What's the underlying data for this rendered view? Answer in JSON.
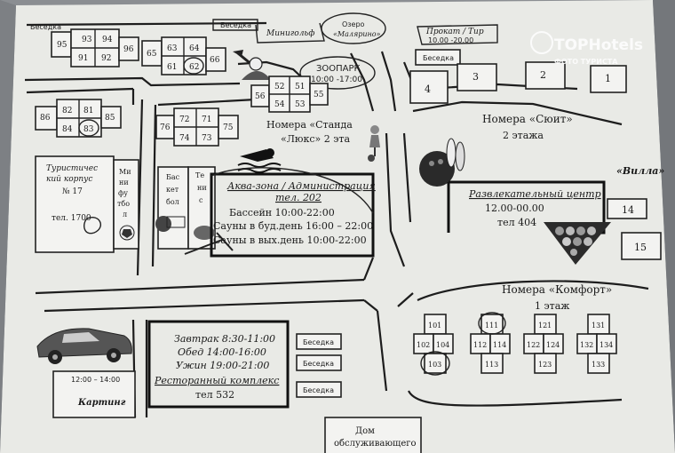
{
  "top_left_label": "Беседка",
  "arbors": {
    "top": "Беседка",
    "right": "Беседка",
    "restaurant": [
      "Беседка",
      "Беседка",
      "Беседка"
    ]
  },
  "minigolf": "Минигольф",
  "lake": [
    "Озеро",
    "«Малярино»"
  ],
  "rental": [
    "Прокат / Тир",
    "10.00 -20.00"
  ],
  "zoo": [
    "ЗООПАРК",
    "10:00 -17:00"
  ],
  "blocks": {
    "a": [
      "93",
      "94",
      "95",
      "91",
      "92",
      "96"
    ],
    "b": [
      "63",
      "64",
      "65",
      "61",
      "62",
      "66"
    ],
    "c": [
      "52",
      "51",
      "56",
      "54",
      "53",
      "55"
    ],
    "d": [
      "82",
      "81",
      "86",
      "84",
      "83",
      "85"
    ],
    "e": [
      "72",
      "71",
      "76",
      "74",
      "73",
      "75"
    ]
  },
  "right_numbers": [
    "4",
    "3",
    "2",
    "1"
  ],
  "standard_rooms": [
    "Номера «Станда",
    "«Люкс» 2 эта"
  ],
  "suite_rooms": [
    "Номера «Сюит»",
    "2 этажа"
  ],
  "villa": "«Вилла»",
  "villa_numbers": [
    "14",
    "15"
  ],
  "tourist_building": [
    "Туристичес",
    "кий корпус",
    "№ 17",
    "тел. 1700"
  ],
  "minifootball": [
    "Ми",
    "ни",
    "фу",
    "тбо",
    "л"
  ],
  "basketball": [
    "Бас",
    "кет",
    "бол"
  ],
  "tennis": [
    "Те",
    "ни",
    "с"
  ],
  "aqua": {
    "title": "Аква-зона / Администрация",
    "phone": "тел. 202",
    "lines": [
      "Бассейн 10:00-22:00",
      "Сауны в буд.день 16:00 – 22:00",
      "Сауны в вых.день 10:00-22:00"
    ]
  },
  "entertainment": {
    "title": "Развлекательный центр",
    "hours": "12.00-00.00",
    "phone": "тел 404"
  },
  "comfort": {
    "title": "Номера «Комфорт»",
    "floor": "1 этаж",
    "rooms": [
      "101",
      "102",
      "104",
      "103",
      "111",
      "112",
      "114",
      "113",
      "121",
      "122",
      "124",
      "123",
      "131",
      "132",
      "134",
      "133"
    ]
  },
  "restaurant": {
    "lines": [
      "Завтрак 8:30-11:00",
      "Обед 14:00-16:00",
      "Ужин 19:00-21:00"
    ],
    "title": "Ресторанный комплекс",
    "phone": "тел 532"
  },
  "karting": {
    "hours": "12:00 – 14:00",
    "title": "Картинг"
  },
  "staff_house": [
    "Дом",
    "обслуживающего"
  ],
  "watermark": {
    "brand": "TOPHotels",
    "sub": "ФОТО ТУРИСТА"
  }
}
